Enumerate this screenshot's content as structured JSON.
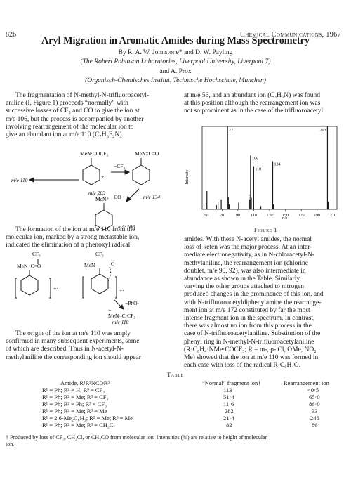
{
  "header": {
    "page_number": "826",
    "journal": "Chemical Communications, 1967"
  },
  "title": "Aryl Migration in Aromatic Amides during Mass Spectrometry",
  "authors": "By R. A. W. Johnstone* and D. W. Payling",
  "affiliation1": "(The Robert Robinson Laboratories, Liverpool University, Liverpool 7)",
  "and_line": "and A. Prox",
  "affiliation2": "(Organisch-Chemisches Institut, Technische Hochschule, Munchen)",
  "left_col": {
    "p1": [
      "The fragmentation of N-methyl-N-trifluoroacetyl-",
      "aniline (I, Figure 1) proceeds “normally” with",
      "successive losses of CF₃ and CO to give the ion at",
      "m/e 106, but the process is accompanied by another",
      "involving rearrangement of the molecular ion to",
      "give an abundant ion at m/e 110 (C₇H₆F₂N)."
    ],
    "p2": [
      "The formation of the ion at m/e 110 from the",
      "molecular ion, marked by a strong metastable ion,",
      "indicated the elimination of a phenoxyl radical."
    ],
    "p3": [
      "The origin of the ion at m/e 110 was amply",
      "confirmed in many subsequent experiments, some",
      "of which are described.  Thus in N-acetyl-N-",
      "methylaniline the corresponding ion should appear"
    ]
  },
  "right_col": {
    "p1": [
      "at m/e 56, and an abundant ion (C₃H₆N) was found",
      "at this position although the rearrangement ion was",
      "not so prominent as in the case of the trifluoroacetyl"
    ],
    "p2": [
      "amides.  With these N-acetyl amides, the normal",
      "loss of keten was the major process.  At an inter-",
      "mediate electronegativity, as in N-chloracetyl-N-",
      "methylaniline, the rearrangement ion (chlorine",
      "doublet, m/e 90, 92), was also intermediate in",
      "abundance as shown in the Table.  Similarly,",
      "varying the other groups attached to nitrogen",
      "produced changes in the prominence of this ion, and",
      "with N-trifluoroacetyldiphenylamine the rearrange-",
      "ment ion at m/e 172 constituted by far the most",
      "intense fragment ion in the spectrum.  In contrast,",
      "there was almost no ion from this process in the",
      "case of N-trifluoroacetylaniline.  Substitution of the",
      "phenyl ring in N-methyl-N-trifluoroacetylaniline",
      "(R·C₆H₄·NMe·COCF₃; R = m-, p- Cl, OMe, NO₂,",
      "Me) showed that the ion at m/e 110 was formed in",
      "each case with loss of the radical R·C₆H₄O."
    ]
  },
  "scheme1": {
    "reactant_group": "MeN·COCF₃",
    "product_group": "MeN=C=O",
    "reagent_label": "m/e 110",
    "plus_dot": "+·",
    "step_label": "−CF₃",
    "reactant_mass": "m/e 203",
    "second_step": "−CO",
    "product_mass": "m/e 134",
    "final_group": "MeN⁺",
    "final_mass": "m/e 106"
  },
  "scheme2": {
    "top_group": "CF₃",
    "left_group": "MeN−C=O",
    "mid_group": "MeN",
    "mid_o": "O",
    "mid_cf3": "CF₃",
    "plus_dot": "+·",
    "loss": "−PhO·",
    "product": "MeN=C·CF₃",
    "product_sup": "+",
    "product_mass": "m/e 110"
  },
  "figure": {
    "caption": "Figure 1",
    "ylabel": "Intensity",
    "xlabel": "m/e",
    "peak_labels": [
      "77",
      "106",
      "110",
      "134",
      "203"
    ]
  },
  "chart_data": {
    "type": "bar",
    "title": "",
    "xlabel": "m/e",
    "ylabel": "Intensity",
    "xlim": [
      45,
      215
    ],
    "ylim": [
      0,
      100
    ],
    "x_ticks": [
      50,
      70,
      90,
      110,
      130,
      150,
      170,
      190,
      210
    ],
    "labeled_peaks": [
      {
        "x": 77,
        "label": "77"
      },
      {
        "x": 106,
        "label": "106"
      },
      {
        "x": 110,
        "label": "110"
      },
      {
        "x": 134,
        "label": "134"
      },
      {
        "x": 203,
        "label": "203"
      }
    ],
    "peaks": [
      {
        "x": 50,
        "y": 8
      },
      {
        "x": 51,
        "y": 22
      },
      {
        "x": 63,
        "y": 5
      },
      {
        "x": 65,
        "y": 9
      },
      {
        "x": 69,
        "y": 12
      },
      {
        "x": 77,
        "y": 100
      },
      {
        "x": 78,
        "y": 15
      },
      {
        "x": 79,
        "y": 6
      },
      {
        "x": 91,
        "y": 8
      },
      {
        "x": 104,
        "y": 18
      },
      {
        "x": 105,
        "y": 12
      },
      {
        "x": 106,
        "y": 65
      },
      {
        "x": 107,
        "y": 14
      },
      {
        "x": 110,
        "y": 52
      },
      {
        "x": 119,
        "y": 4
      },
      {
        "x": 134,
        "y": 58
      },
      {
        "x": 135,
        "y": 6
      },
      {
        "x": 203,
        "y": 100
      },
      {
        "x": 204,
        "y": 9
      }
    ]
  },
  "table": {
    "title": "Table",
    "headers": [
      "Amide, R¹R²NCOR³",
      "“Normal” fragment ion†",
      "Rearrangement ion"
    ],
    "rows": [
      [
        "R¹ = Ph; R² = H; R³ = CF₃",
        "113",
        "<0·5"
      ],
      [
        "R¹ = Ph; R² = Me; R³ = CF₃",
        "51·4",
        "65·0"
      ],
      [
        "R¹ = Ph; R² = Ph; R³ = CF₃",
        "11·6",
        "86·0"
      ],
      [
        "R¹ = Ph; R² = Me; R³ = Me",
        "282",
        "33"
      ],
      [
        "R¹ = 2,6-Me₂C₆H₃; R² = Me; R³ = Me",
        "21·4",
        "246"
      ],
      [
        "R¹ = Ph; R² = Me; R³ = CH₂Cl",
        "82",
        "86"
      ]
    ],
    "footnote": [
      "† Produced by loss of CF₃, CH₂Cl, or CH₃CO from molecular ion.   Intensities (%) are relative to height of molecular",
      "ion."
    ]
  }
}
